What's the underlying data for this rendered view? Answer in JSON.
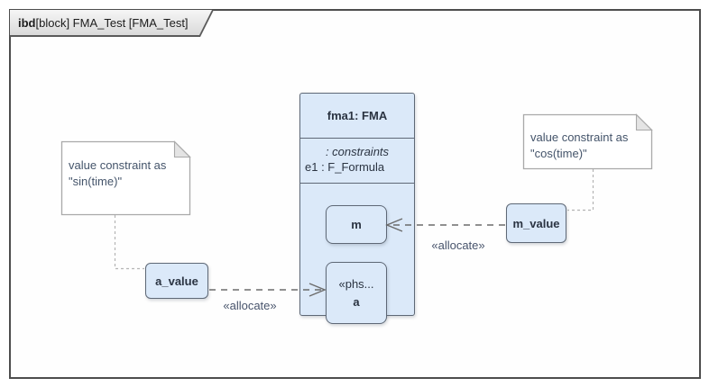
{
  "frame": {
    "label_keyword": "ibd",
    "label_rest": "[block] FMA_Test [FMA_Test]"
  },
  "block": {
    "title": "fma1: FMA",
    "constraints_heading": ": constraints",
    "constraint_entry": "e1 : F_Formula",
    "parts": {
      "m": {
        "label": "m"
      },
      "a": {
        "stereotype": "«phs...",
        "label": "a"
      }
    }
  },
  "values": {
    "a_value": {
      "label": "a_value"
    },
    "m_value": {
      "label": "m_value"
    }
  },
  "notes": {
    "left": {
      "line1": "value constraint as",
      "line2": "\"sin(time)\""
    },
    "right": {
      "line1": "value constraint as",
      "line2": "\"cos(time)\""
    }
  },
  "connectors": {
    "allocate_left_label": "«allocate»",
    "allocate_right_label": "«allocate»"
  },
  "colors": {
    "element_fill": "#dbe9f9",
    "element_border": "#5e6876",
    "frame_border": "#4d4d4d",
    "tab_fill": "#e8e8e8",
    "note_border": "#a9a9a9",
    "note_fold_fill": "#e4e4e4",
    "note_text": "#44546a",
    "allocate_connector": "#6b6b6b",
    "note_connector": "#b5b5b5",
    "block_text": "#2b3442"
  }
}
